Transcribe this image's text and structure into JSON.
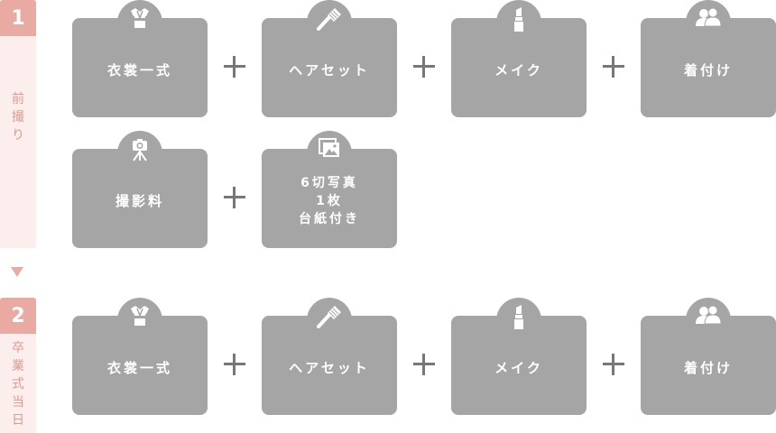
{
  "step1": {
    "number": "1",
    "label": "前\n撮\nり",
    "cards": [
      {
        "label": "衣裳一式",
        "icon": "kimono-icon"
      },
      {
        "label": "ヘアセット",
        "icon": "comb-icon"
      },
      {
        "label": "メイク",
        "icon": "lipstick-icon"
      },
      {
        "label": "着付け",
        "icon": "people-icon"
      },
      {
        "label": "撮影料",
        "icon": "camera-tripod-icon"
      },
      {
        "label": "6切写真\n1枚\n台紙付き",
        "icon": "photo-icon"
      }
    ]
  },
  "step2": {
    "number": "2",
    "label": "卒\n業\n式\n当\n日",
    "cards": [
      {
        "label": "衣裳一式",
        "icon": "kimono-icon"
      },
      {
        "label": "ヘアセット",
        "icon": "comb-icon"
      },
      {
        "label": "メイク",
        "icon": "lipstick-icon"
      },
      {
        "label": "着付け",
        "icon": "people-icon"
      }
    ]
  },
  "colors": {
    "accent": "#e8aaa2",
    "accent_light": "#fbeeec",
    "card": "#a5a5a5",
    "plus": "#777777"
  }
}
